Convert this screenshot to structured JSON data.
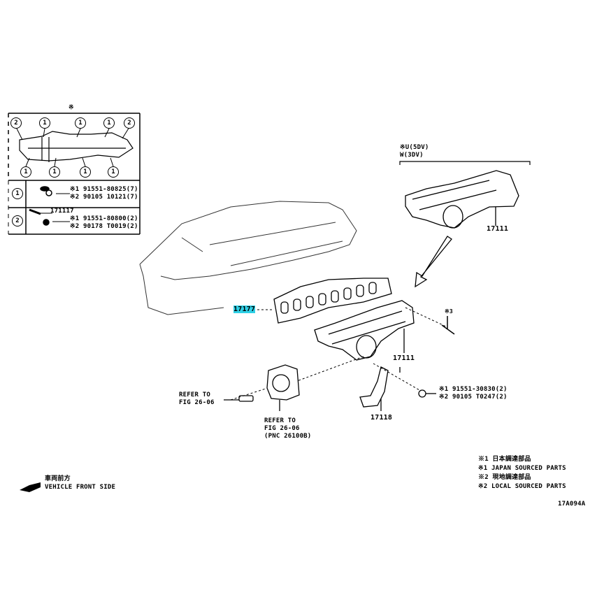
{
  "inset": {
    "header_mark": "※",
    "callouts": [
      "2",
      "1",
      "1",
      "1",
      "2",
      "1",
      "1",
      "1",
      "1"
    ],
    "row1": {
      "key": "1",
      "line1": "※1 91551-80825(7)",
      "line2": "※2 90105 10121(7)"
    },
    "row2": {
      "key": "2",
      "part": "171117",
      "line1": "※1 91551-80800(2)",
      "line2": "※2 90178 T0019(2)"
    }
  },
  "variant": {
    "line1": "※U(5DV)",
    "line2": "W(3DV)",
    "part": "17111"
  },
  "parts": {
    "gasket": "17177",
    "manifold": "17111",
    "bracket": "17118",
    "stud_mark": "※3",
    "bolt_line1": "※1 91551-30830(2)",
    "bolt_line2": "※2 90105 T0247(2)"
  },
  "refs": {
    "left_line1": "REFER TO",
    "left_line2": "FIG 26-06",
    "throttle_line1": "REFER TO",
    "throttle_line2": "FIG 26-06",
    "throttle_line3": "(PNC 26100B)"
  },
  "front": {
    "jp": "車両前方",
    "en": "VEHICLE FRONT SIDE"
  },
  "notes": [
    "※1 日本調達部品",
    "※1 JAPAN SOURCED PARTS",
    "※2 現地調達部品",
    "※2 LOCAL SOURCED PARTS"
  ],
  "illustration_id": "17A094A",
  "colors": {
    "highlight": "#2fd0e6"
  }
}
